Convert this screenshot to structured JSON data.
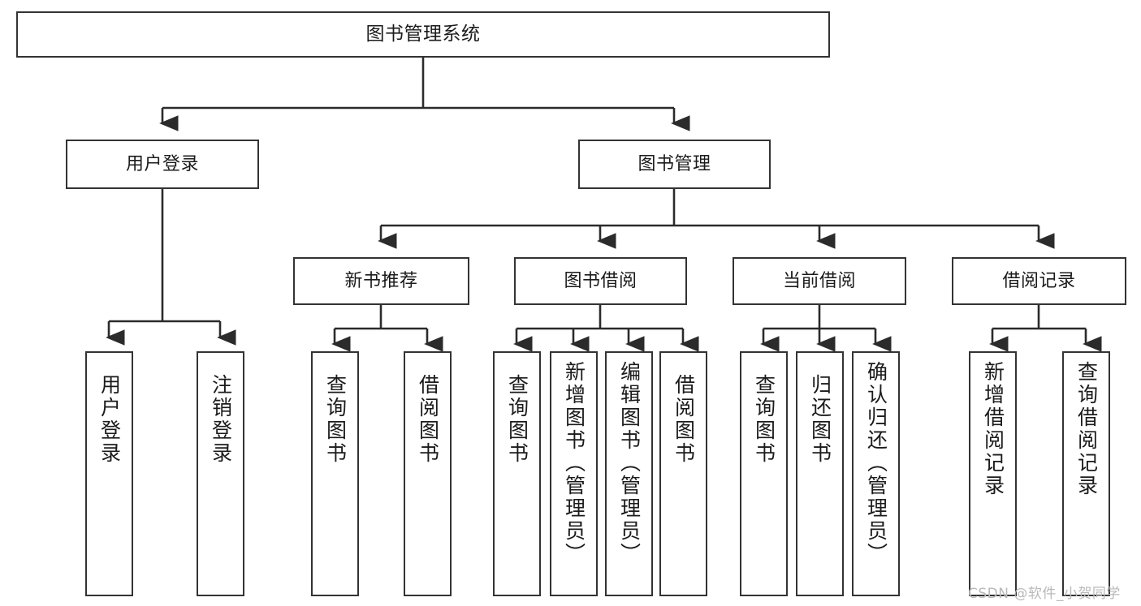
{
  "diagram": {
    "type": "tree",
    "title": "图书管理系统",
    "orientation": "top-down",
    "colors": {
      "box_border": "#333333",
      "box_fill": "#ffffff",
      "connector": "#2b2b2b",
      "text": "#1b1b1b",
      "watermark": "#b9b9b9",
      "background": "#ffffff"
    },
    "root": {
      "label": "图书管理系统"
    },
    "level2": [
      {
        "label": "用户登录"
      },
      {
        "label": "图书管理"
      }
    ],
    "level3": [
      {
        "label": "新书推荐"
      },
      {
        "label": "图书借阅"
      },
      {
        "label": "当前借阅"
      },
      {
        "label": "借阅记录"
      }
    ],
    "leaves": {
      "user_login": [
        {
          "label": "用户登录"
        },
        {
          "label": "注销登录"
        }
      ],
      "new_book_recommend": [
        {
          "label": "查询图书"
        },
        {
          "label": "借阅图书"
        }
      ],
      "book_borrow": [
        {
          "label": "查询图书"
        },
        {
          "label": "新增图书（管理员）"
        },
        {
          "label": "编辑图书（管理员）"
        },
        {
          "label": "借阅图书"
        }
      ],
      "current_borrow": [
        {
          "label": "查询图书"
        },
        {
          "label": "归还图书"
        },
        {
          "label": "确认归还（管理员）"
        }
      ],
      "borrow_record": [
        {
          "label": "新增借阅记录"
        },
        {
          "label": "查询借阅记录"
        }
      ]
    }
  },
  "watermark": {
    "text": "CSDN @软件_小贺同学"
  }
}
